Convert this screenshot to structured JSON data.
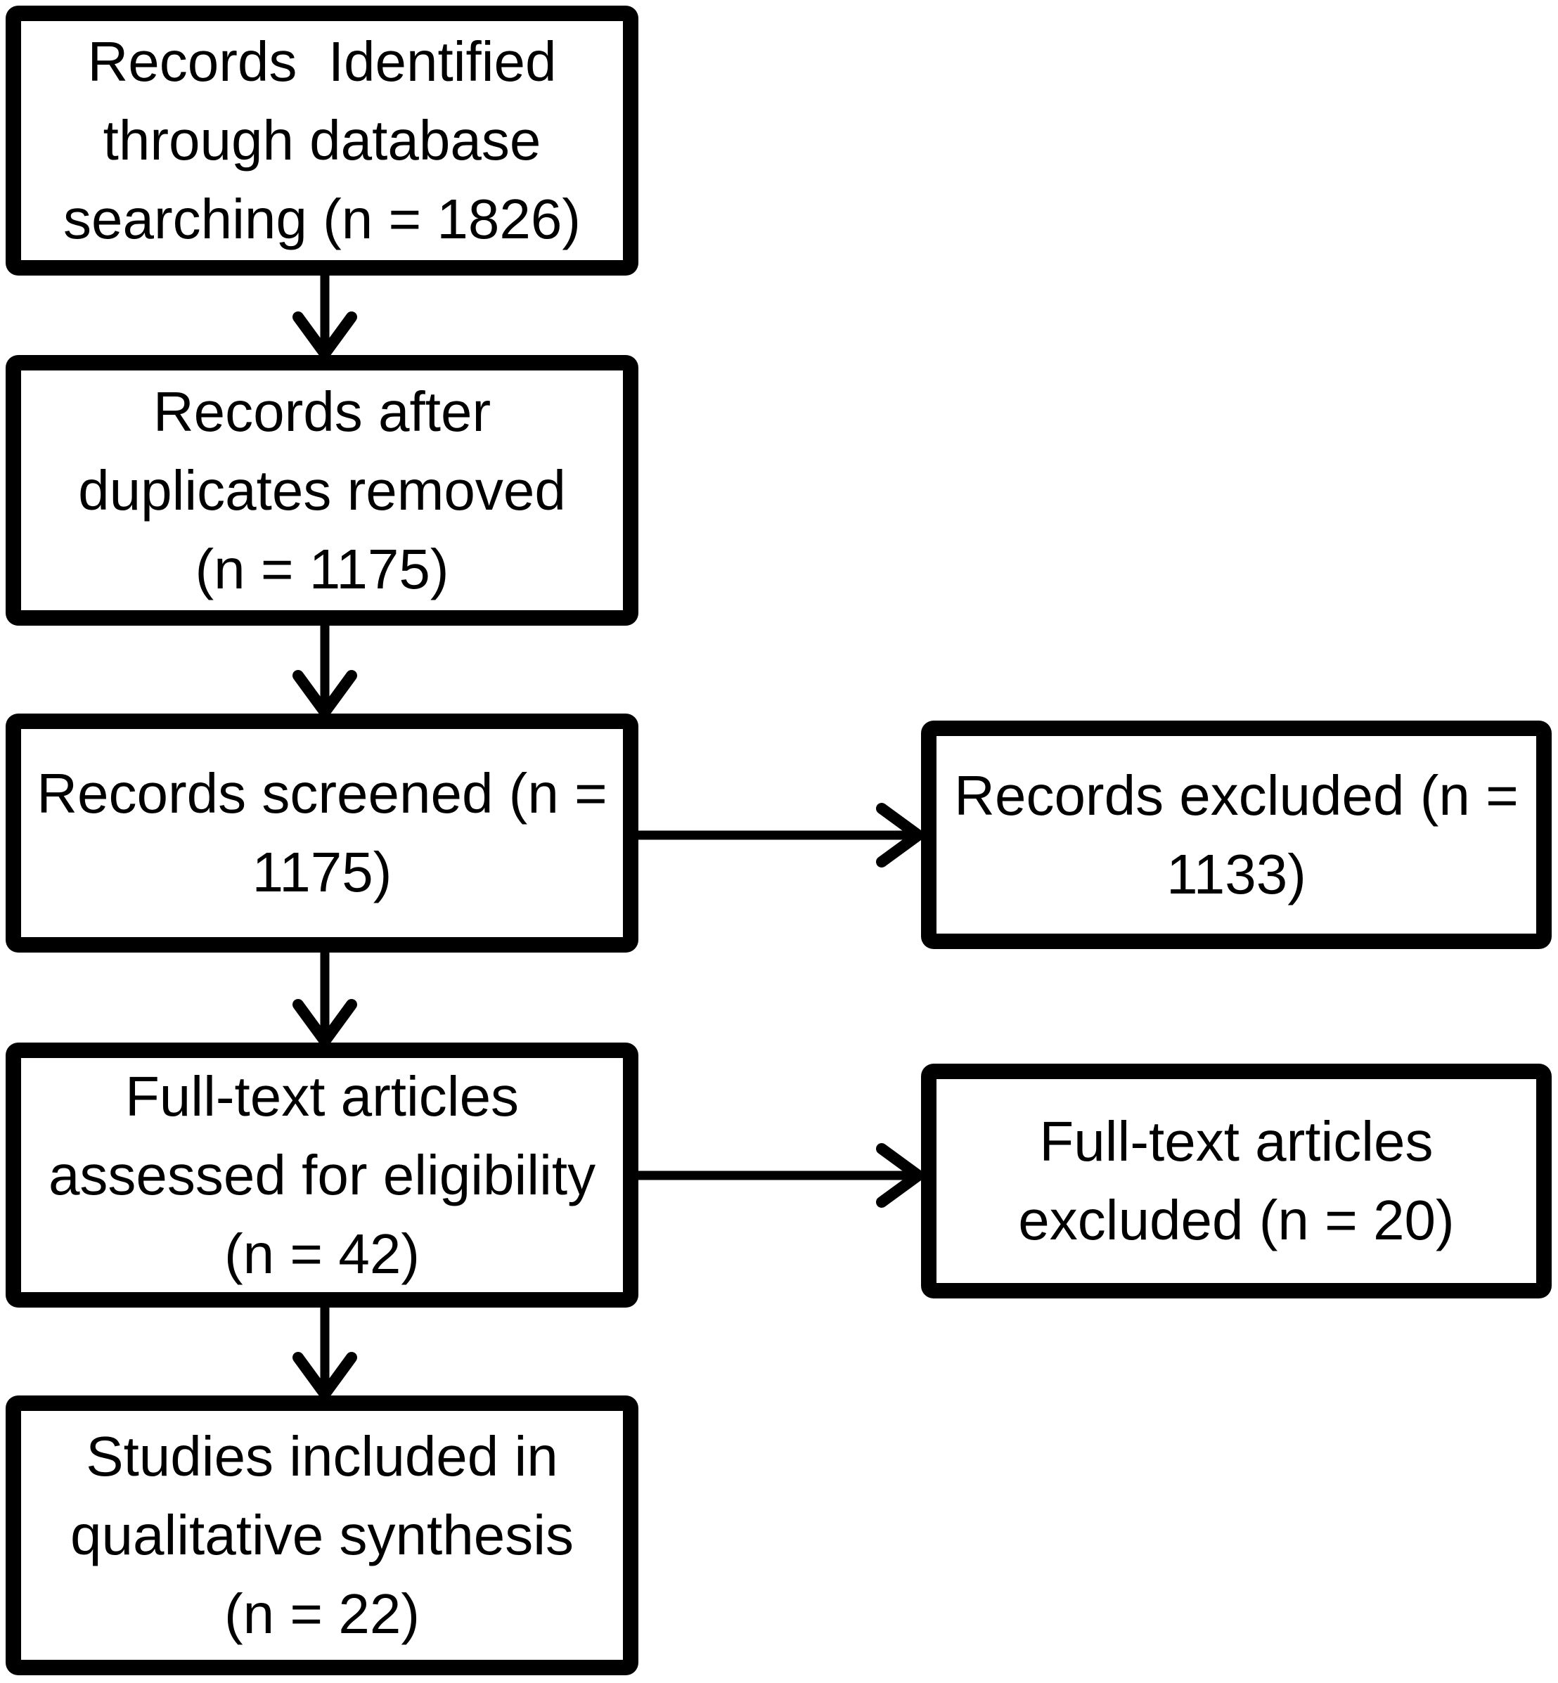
{
  "diagram": {
    "kind": "prisma-flowchart",
    "background_color": "#ffffff",
    "box_border_color": "#000000",
    "text_color": "#000000",
    "nodes": {
      "identified": {
        "text": "Records  Identified\nthrough database\nsearching (n = 1826)",
        "n": 1826
      },
      "deduplicated": {
        "text": "Records after\nduplicates removed\n(n = 1175)",
        "n": 1175
      },
      "screened": {
        "text": "Records screened (n =\n1175)",
        "n": 1175
      },
      "records_excluded": {
        "text": "Records excluded (n =\n1133)",
        "n": 1133
      },
      "fulltext_assessed": {
        "text": "Full-text articles\nassessed for eligibility\n(n = 42)",
        "n": 42
      },
      "fulltext_excluded": {
        "text": "Full-text articles\nexcluded (n = 20)",
        "n": 20
      },
      "included_qualitative": {
        "text": "Studies included in\nqualitative synthesis\n(n = 22)",
        "n": 22
      }
    },
    "edges": [
      {
        "from": "identified",
        "to": "deduplicated",
        "direction": "down"
      },
      {
        "from": "deduplicated",
        "to": "screened",
        "direction": "down"
      },
      {
        "from": "screened",
        "to": "records_excluded",
        "direction": "right"
      },
      {
        "from": "screened",
        "to": "fulltext_assessed",
        "direction": "down"
      },
      {
        "from": "fulltext_assessed",
        "to": "fulltext_excluded",
        "direction": "right"
      },
      {
        "from": "fulltext_assessed",
        "to": "included_qualitative",
        "direction": "down"
      }
    ]
  }
}
